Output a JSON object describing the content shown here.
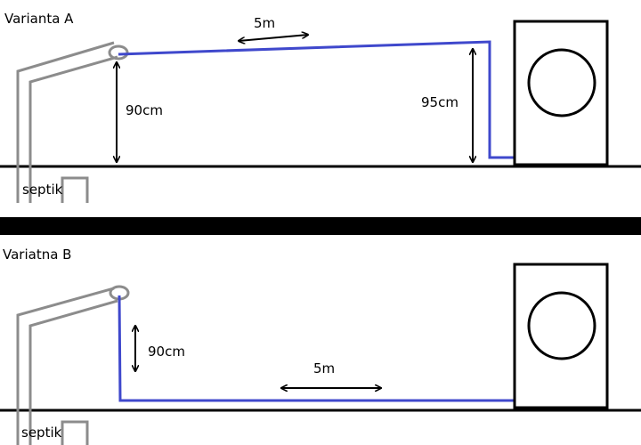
{
  "colors": {
    "background": "#ffffff",
    "ground": "#000000",
    "pipe": "#3f48cc",
    "drain": "#8c8c8c",
    "divider": "#000000"
  },
  "variant_a": {
    "title": "Varianta A",
    "length_label": "5m",
    "drain_height_label": "90cm",
    "machine_height_label": "95cm",
    "septic_label": "septik"
  },
  "variant_b": {
    "title": "Variatna B",
    "length_label": "5m",
    "drain_height_label": "90cm",
    "septic_label": "septik"
  },
  "icons": {
    "washing_machine": "washing-machine-icon",
    "drain_inlet": "drain-inlet-icon"
  }
}
